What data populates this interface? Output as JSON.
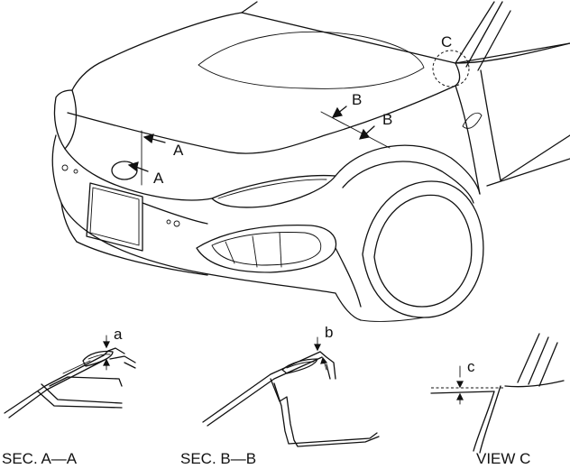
{
  "callouts": {
    "section_a": "A",
    "section_b": "B",
    "view_c": "C"
  },
  "dimensions": {
    "a": "a",
    "b": "b",
    "c": "c"
  },
  "captions": {
    "sec_aa": "SEC. A—A",
    "sec_bb": "SEC. B—B",
    "view_c": "VIEW C"
  }
}
